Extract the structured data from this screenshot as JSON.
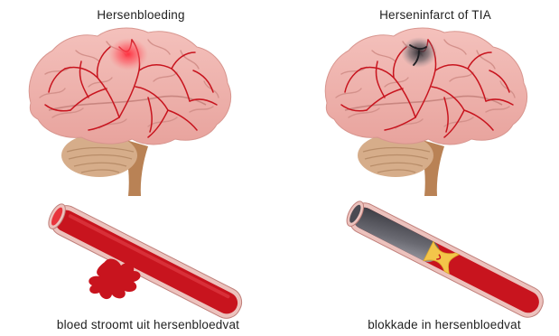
{
  "panels": {
    "left": {
      "title": "Hersenbloeding",
      "caption": "bloed stroomt uit hersenbloedvat"
    },
    "right": {
      "title": "Herseninfarct of TIA",
      "caption": "blokkade in hersenbloedvat"
    }
  },
  "colors": {
    "brain": "#efb2ad",
    "brain_fold": "#d5938e",
    "vessel": "#c8141e",
    "cerebellum": "#d8b08e",
    "stem": "#b98255",
    "vessel_wall": "#ecc2bd",
    "clot": "#f3c54a",
    "blockage_dark": "#3e3e44",
    "hemorrhage_glow": "#ff4a55"
  }
}
